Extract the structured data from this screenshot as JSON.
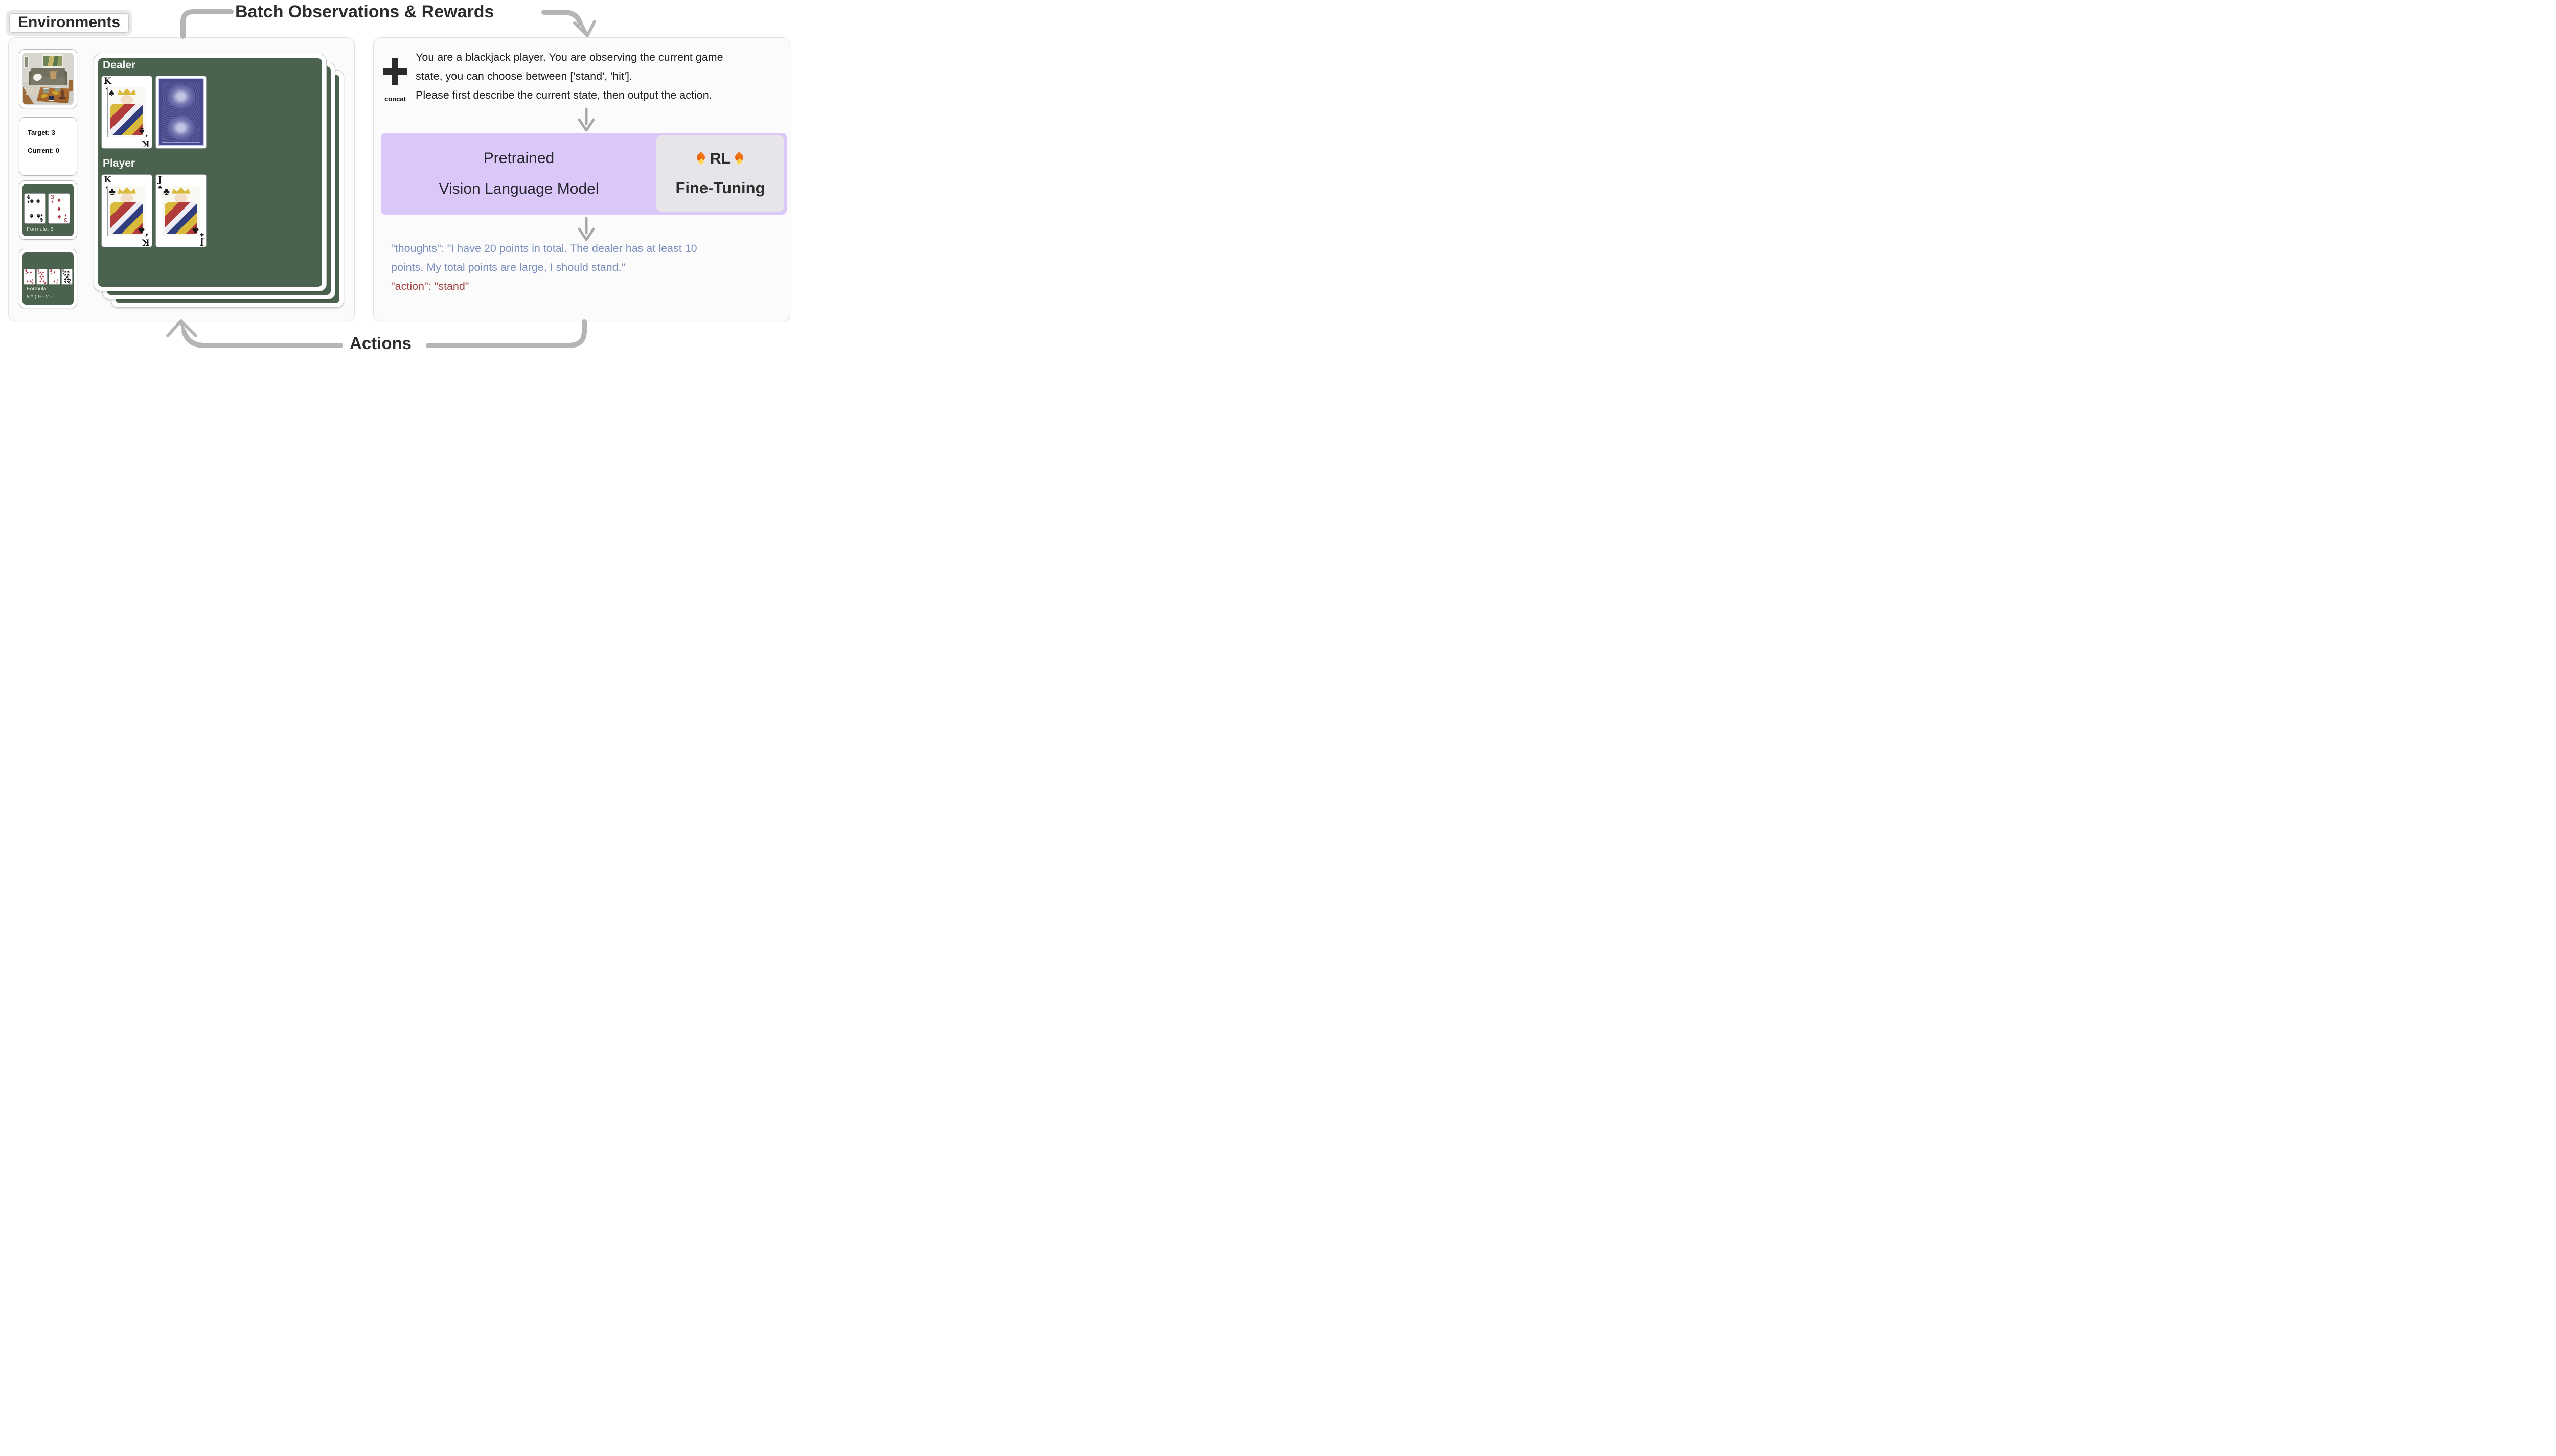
{
  "title": "Batch Observations & Rewards",
  "actions_label": "Actions",
  "colors": {
    "felt_green": "#4b634e",
    "model_purple": "#dbc8f8",
    "rl_gray": "#e7e5e9",
    "thoughts_blue": "#7b8fbd",
    "action_red": "#a24444",
    "arrow_gray": "#b5b5b5",
    "card_back_blue": "#474a8e"
  },
  "environments": {
    "label": "Environments",
    "thumbnails": {
      "counter": {
        "target_label": "Target: 3",
        "current_label": "Current: 0"
      },
      "ezpoints": {
        "formula": "Formula: 3",
        "cards": [
          {
            "rank": "4",
            "suit": "spade",
            "style": "pips"
          },
          {
            "rank": "3",
            "suit": "diamond",
            "style": "pips"
          }
        ]
      },
      "points24": {
        "formula_label": "Formula:",
        "formula_value": "8 * ( 9 - 2 -",
        "cards": [
          {
            "rank": "4",
            "suit": "diamond",
            "style": "pips"
          },
          {
            "rank": "8",
            "suit": "diamond",
            "style": "pips"
          },
          {
            "rank": "2",
            "suit": "diamond",
            "style": "pips"
          },
          {
            "rank": "9",
            "suit": "club",
            "style": "pips"
          }
        ]
      }
    },
    "blackjack": {
      "dealer_label": "Dealer",
      "player_label": "Player",
      "dealer_cards": [
        {
          "rank": "K",
          "suit": "spade",
          "style": "face"
        },
        {
          "style": "back"
        }
      ],
      "player_cards": [
        {
          "rank": "K",
          "suit": "club",
          "style": "face"
        },
        {
          "rank": "J",
          "suit": "club",
          "style": "face"
        }
      ]
    }
  },
  "pipeline": {
    "concat_label": "concat",
    "prompt_lines": [
      "You are a blackjack player. You are observing the current game",
      "state, you can choose between ['stand', 'hit'].",
      "Please first describe the current state, then output the action."
    ],
    "model_box": {
      "line1": "Pretrained",
      "line2": "Vision Language Model"
    },
    "rl_box": {
      "label": "RL",
      "line2": "Fine-Tuning"
    },
    "output": {
      "thoughts_line1": "\"thoughts\": \"I have 20 points in total. The dealer has at least 10",
      "thoughts_line2": "points. My total points are large, I should stand.\"",
      "action_line": "\"action\": \"stand\""
    }
  }
}
